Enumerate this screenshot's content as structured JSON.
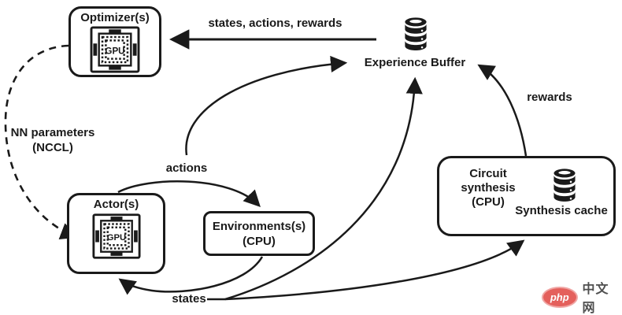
{
  "diagram": {
    "optimizer": {
      "title": "Optimizer(s)",
      "chip": "GPU"
    },
    "actor": {
      "title": "Actor(s)",
      "chip": "GPU"
    },
    "environments": {
      "line1": "Environments(s)",
      "line2": "(CPU)"
    },
    "circuit_synthesis": {
      "line1": "Circuit",
      "line2": "synthesis",
      "line3": "(CPU)",
      "cache_label": "Synthesis cache"
    },
    "experience_buffer": {
      "label": "Experience Buffer"
    },
    "edge_labels": {
      "states_actions_rewards": "states, actions, rewards",
      "nn_parameters_line1": "NN parameters",
      "nn_parameters_line2": "(NCCL)",
      "actions": "actions",
      "states": "states",
      "rewards": "rewards"
    },
    "colors": {
      "ink": "#1a1a1a",
      "background": "#ffffff"
    }
  },
  "watermark": {
    "logo": "php",
    "text": "中文网",
    "logo_color": "#e4605c",
    "text_color": "#4f4f4f"
  }
}
